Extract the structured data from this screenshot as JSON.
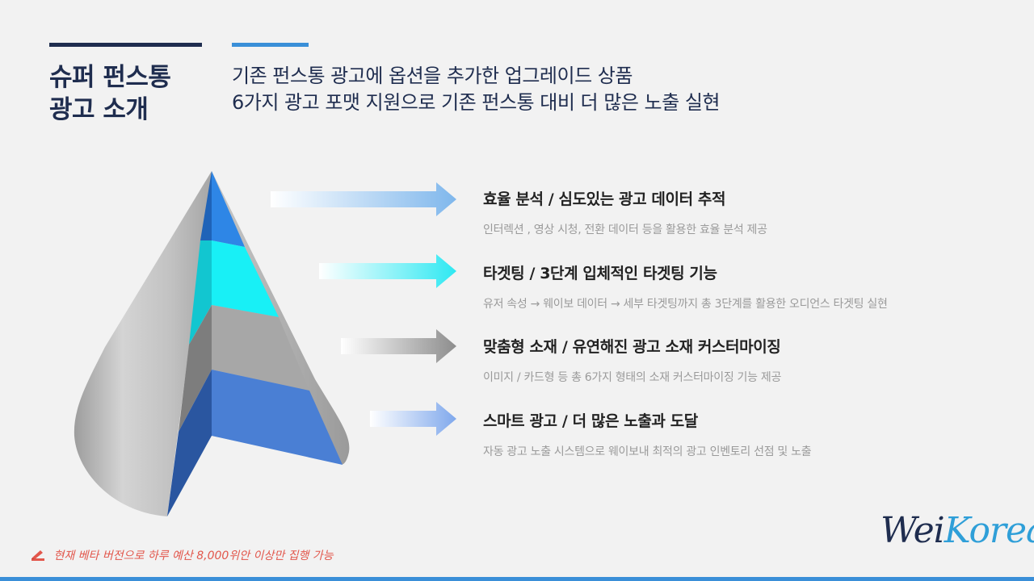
{
  "header": {
    "title_line1": "슈퍼 펀스통",
    "title_line2": "광고 소개",
    "subtitle_line1": "기존 펀스통 광고에 옵션을 추가한 업그레이드 상품",
    "subtitle_line2": "6가지 광고 포맷 지원으로 기존 펀스통 대비 더 많은 노출 실현"
  },
  "items": [
    {
      "title": "효율 분석 / 심도있는 광고 데이터 추적",
      "desc": "인터렉션 , 영상 시청, 전환 데이터 등을 활용한 효율 분석 제공",
      "color": "#2e86e6"
    },
    {
      "title": "타겟팅 / 3단계 입체적인 타겟팅 기능",
      "desc": "유저 속성 → 웨이보 데이터 → 세부 타겟팅까지 총 3단계를 활용한 오디언스 타겟팅 실현",
      "color": "#18d8e8"
    },
    {
      "title": "맞춤형 소재 / 유연해진 광고 소재 커스터마이징",
      "desc": "이미지 / 카드형 등 총 6가지 형태의 소재 커스터마이징 기능 제공",
      "color": "#8f8f8f"
    },
    {
      "title": "스마트 광고 / 더 많은 노출과 도달",
      "desc": "자동 광고 노출 시스템으로 웨이보내 최적의 광고 인벤토리 선점 및 노출",
      "color": "#4a7fd4"
    }
  ],
  "footer": {
    "note": "현재 베타 버전으로 하루 예산 8,000위안 이상만 집행 가능",
    "logo_part1": "Wei",
    "logo_part2": "Korea"
  },
  "colors": {
    "navy": "#1f2d4f",
    "accent_blue": "#3a8fd8",
    "note_red": "#e2574c"
  }
}
